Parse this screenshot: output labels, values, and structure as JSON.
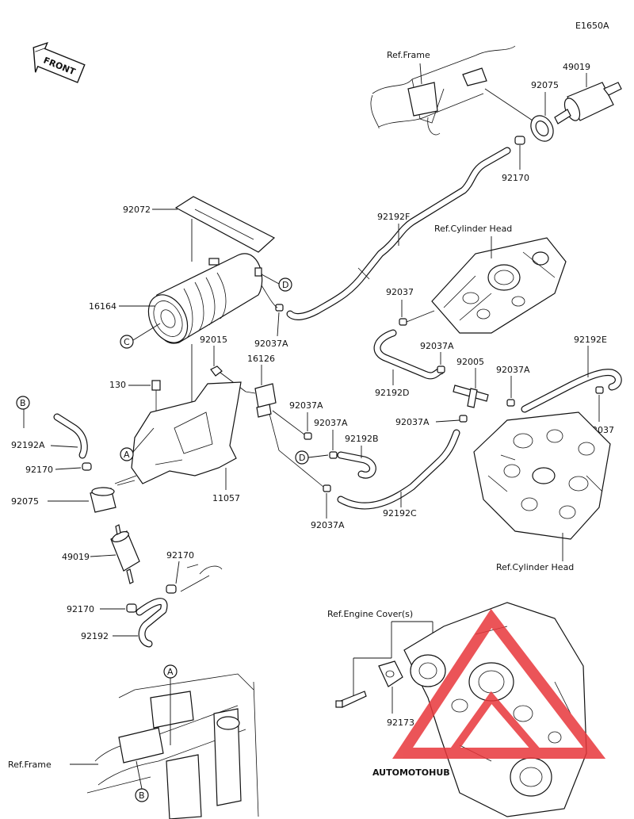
{
  "diagram_code": "E1650A",
  "front_label": "FRONT",
  "refs": {
    "frame_top": "Ref.Frame",
    "cylinder_head_top": "Ref.Cylinder Head",
    "cylinder_head_bottom": "Ref.Cylinder Head",
    "engine_cover": "Ref.Engine Cover(s)",
    "frame_bottom": "Ref.Frame"
  },
  "callouts": {
    "A": "A",
    "B": "B",
    "C": "C",
    "D": "D"
  },
  "parts": {
    "p49019_top": "49019",
    "p92075_top": "92075",
    "p92170_top": "92170",
    "p92072": "92072",
    "p92192F": "92192F",
    "p16164": "16164",
    "p92037_a": "92037",
    "p92037A_1": "92037A",
    "p92015": "92015",
    "p16126": "16126",
    "p92037A_2": "92037A",
    "p92192E": "92192E",
    "p92005": "92005",
    "p92037A_3": "92037A",
    "p92192D": "92192D",
    "p130": "130",
    "p92037A_4": "92037A",
    "p92037A_5": "92037A",
    "p92192B": "92192B",
    "p92037A_6": "92037A",
    "p92037_b": "92037",
    "p92192A": "92192A",
    "p92170_mid": "92170",
    "p92075_mid": "92075",
    "p11057": "11057",
    "p92192C": "92192C",
    "p92037A_7": "92037A",
    "p49019_mid": "49019",
    "p92170_low1": "92170",
    "p92170_low2": "92170",
    "p92192": "92192",
    "p92173": "92173"
  },
  "watermark": {
    "brand": "AUTOMOTOHUB",
    "color": "#f2c089",
    "logo_color": "#e8373b"
  }
}
